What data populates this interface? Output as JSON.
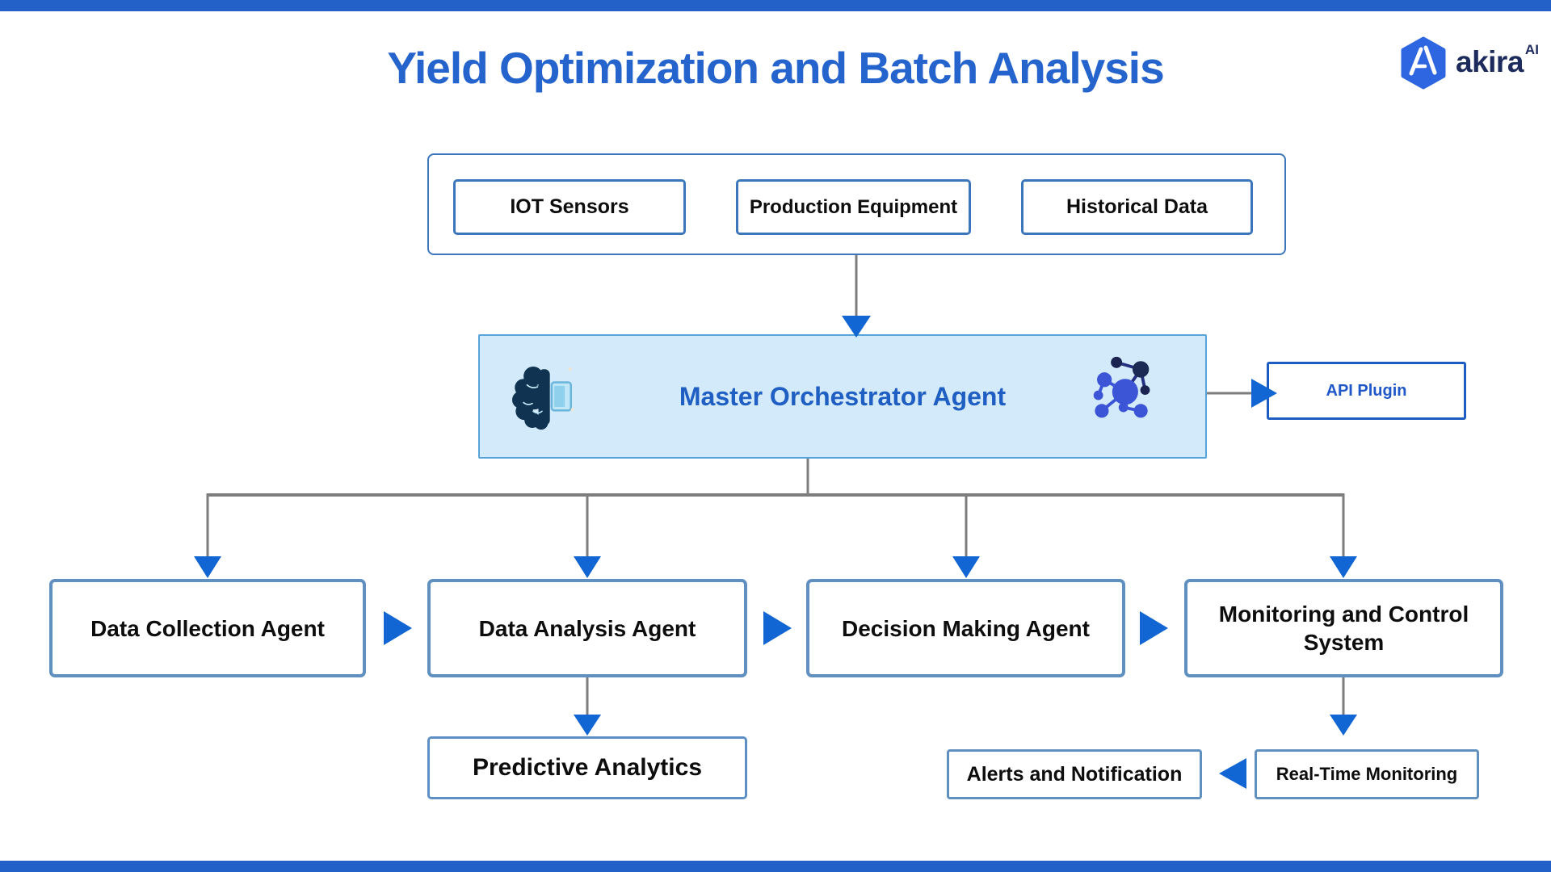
{
  "page": {
    "title": "Yield Optimization and Batch Analysis"
  },
  "logo": {
    "brand": "akira",
    "suffix": "AI"
  },
  "data_sources": {
    "items": [
      {
        "label": "IOT Sensors"
      },
      {
        "label": "Production Equipment"
      },
      {
        "label": "Historical Data"
      }
    ]
  },
  "orchestrator": {
    "label": "Master Orchestrator Agent"
  },
  "api_plugin": {
    "label": "API Plugin"
  },
  "agents": [
    {
      "label": "Data Collection Agent"
    },
    {
      "label": "Data Analysis Agent"
    },
    {
      "label": "Decision Making Agent"
    },
    {
      "label": "Monitoring and Control System"
    }
  ],
  "outputs": {
    "predictive": {
      "label": "Predictive Analytics"
    },
    "alerts": {
      "label": "Alerts and Notification"
    },
    "realtime": {
      "label": "Real-Time Monitoring"
    }
  },
  "icons": {
    "orchestrator_left": "brain-chip-icon",
    "orchestrator_right": "network-nodes-icon",
    "logo_mark": "hexagon-a-icon"
  },
  "colors": {
    "accent_blue": "#2563cd",
    "arrow_blue": "#1266d3",
    "bar_blue": "#2361c9",
    "master_fill": "#d3eafa",
    "master_border": "#58a3da",
    "source_border": "#3b76bb",
    "agent_border": "#6090c0",
    "api_border": "#1d5cc0",
    "line_gray": "#7d7d7d",
    "logo_navy": "#1c2b5c",
    "logo_hexagon": "#2e66e2"
  }
}
